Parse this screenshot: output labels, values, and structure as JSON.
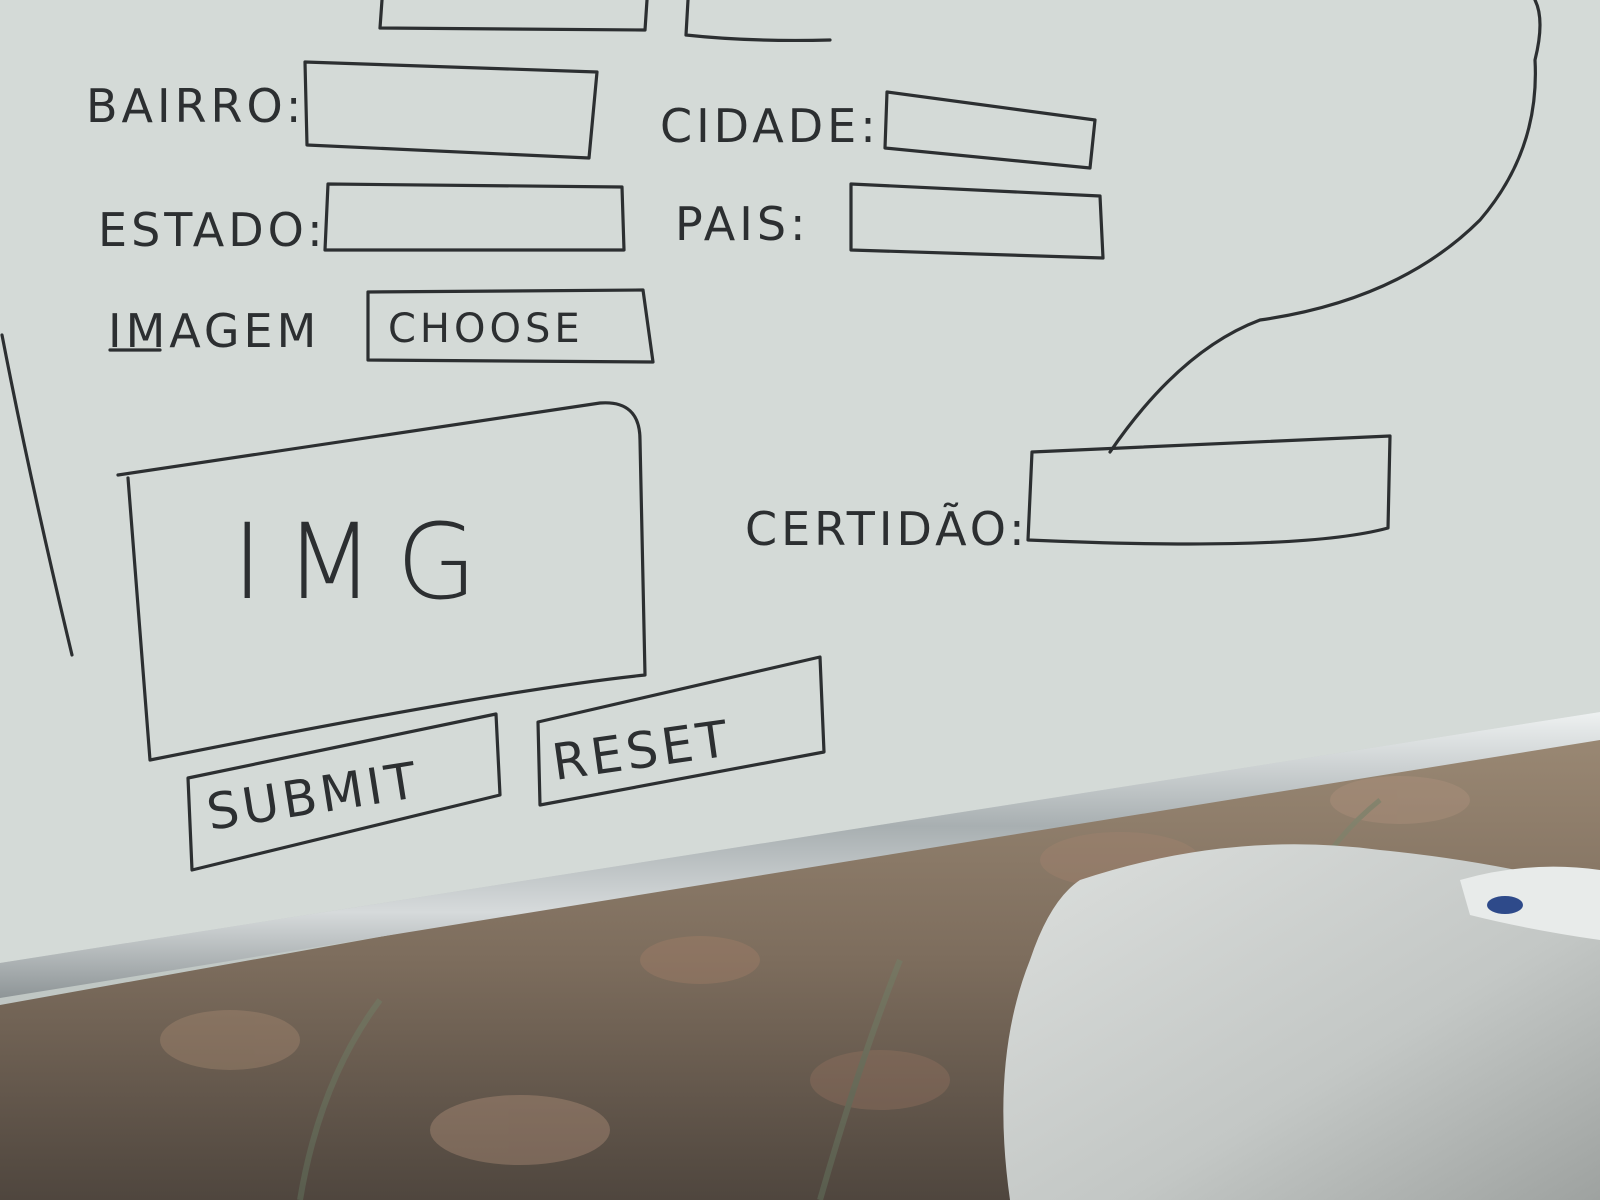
{
  "whiteboard": {
    "labels": {
      "bairro": "BAIRRO:",
      "cidade": "CIDADE:",
      "estado": "ESTADO:",
      "pais": "PAIS:",
      "imagem": "IMAGEM",
      "certidao": "CERTIDÃO:"
    },
    "choose_button": "CHOOSE",
    "image_placeholder": "IMG",
    "buttons": {
      "submit": "SUBMIT",
      "reset": "RESET"
    }
  },
  "colors": {
    "board": "#d4dad7",
    "ink": "#2c2f31",
    "tray": "#b5bcbd",
    "fabric": "#8a7a68",
    "cloth": "#d2d5d3"
  }
}
